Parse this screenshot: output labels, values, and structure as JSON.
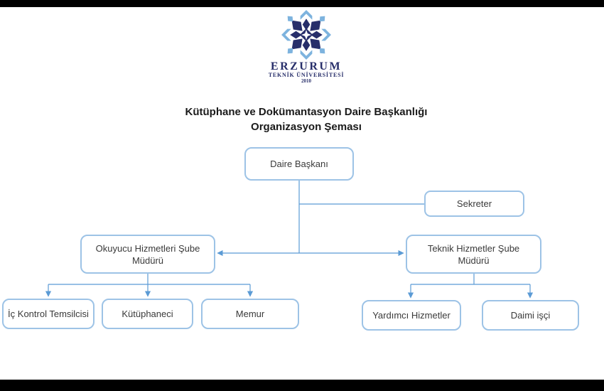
{
  "title": {
    "line1": "Kütüphane ve Dokümantasyon Daire Başkanlığı",
    "line2": "Organizasyon Şeması"
  },
  "logo": {
    "university_name": "ERZURUM",
    "university_subtitle": "TEKNİK ÜNİVERSİTESİ",
    "founding_year": "2010"
  },
  "org_chart": {
    "nodes": [
      {
        "id": "daire-baskani",
        "label": "Daire Başkanı",
        "reports_to": null
      },
      {
        "id": "sekreter",
        "label": "Sekreter",
        "reports_to": "daire-baskani"
      },
      {
        "id": "okuyucu-hizmetleri-sube-muduru",
        "label": "Okuyucu Hizmetleri Şube Müdürü",
        "reports_to": "daire-baskani"
      },
      {
        "id": "teknik-hizmetler-sube-muduru",
        "label": "Teknik Hizmetler Şube Müdürü",
        "reports_to": "daire-baskani"
      },
      {
        "id": "ic-kontrol-temsilcisi",
        "label": "İç Kontrol Temsilcisi",
        "reports_to": "okuyucu-hizmetleri-sube-muduru"
      },
      {
        "id": "kutuphaneci",
        "label": "Kütüphaneci",
        "reports_to": "okuyucu-hizmetleri-sube-muduru"
      },
      {
        "id": "memur",
        "label": "Memur",
        "reports_to": "okuyucu-hizmetleri-sube-muduru"
      },
      {
        "id": "yardimci-hizmetler",
        "label": "Yardımcı Hizmetler",
        "reports_to": "teknik-hizmetler-sube-muduru"
      },
      {
        "id": "daimi-isci",
        "label": "Daimi işçi",
        "reports_to": "teknik-hizmetler-sube-muduru"
      }
    ]
  },
  "colors": {
    "background": "#ffffff",
    "letterbox": "#000000",
    "box_border": "#9dc3e6",
    "connector": "#5b9bd5",
    "box_text": "#3a3a3a",
    "title_text": "#1a1a1a",
    "logo_navy": "#272e6a",
    "logo_light_blue": "#7db3de"
  }
}
